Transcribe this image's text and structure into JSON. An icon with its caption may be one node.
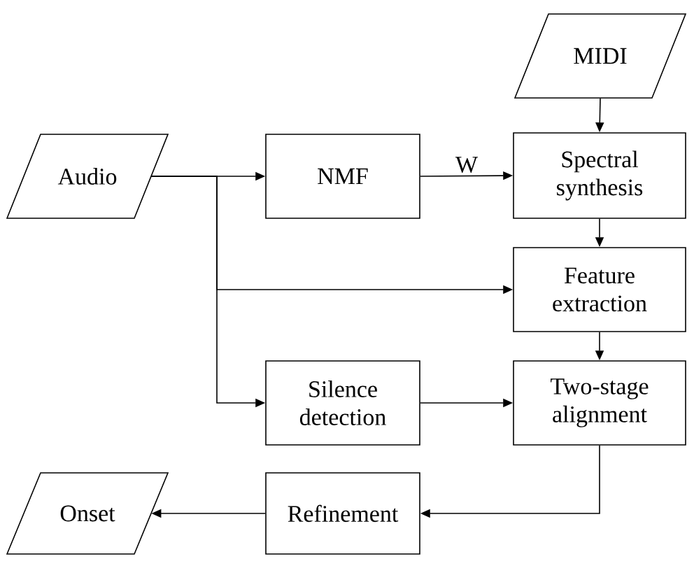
{
  "diagram": {
    "nodes": [
      {
        "text": [
          "MIDI"
        ]
      },
      {
        "text": [
          "Audio"
        ]
      },
      {
        "text": [
          "NMF"
        ]
      },
      {
        "text": [
          "Spectral synthesis"
        ]
      },
      {
        "text": [
          "Feature extraction"
        ]
      },
      {
        "text": [
          "Silence detection"
        ]
      },
      {
        "text": [
          "Two-stage alignment"
        ]
      },
      {
        "text": [
          "Onset"
        ]
      },
      {
        "text": [
          "Refinement"
        ]
      }
    ],
    "edges": [
      {
        "from": 0,
        "to": 3,
        "arrow": "to"
      },
      {
        "from": 1,
        "to": 2,
        "arrow": "to"
      },
      {
        "from": 2,
        "to": 3,
        "arrow": "to",
        "label": "W"
      },
      {
        "from": 3,
        "to": 4,
        "arrow": "to"
      },
      {
        "from": 1,
        "to": 4,
        "arrow": "to"
      },
      {
        "from": 1,
        "to": 5,
        "arrow": "to"
      },
      {
        "from": 4,
        "to": 6,
        "arrow": "to"
      },
      {
        "from": 5,
        "to": 6,
        "arrow": "to"
      },
      {
        "from": 6,
        "to": 8,
        "arrow": "to"
      },
      {
        "from": 8,
        "to": 7,
        "arrow": "to"
      }
    ]
  }
}
